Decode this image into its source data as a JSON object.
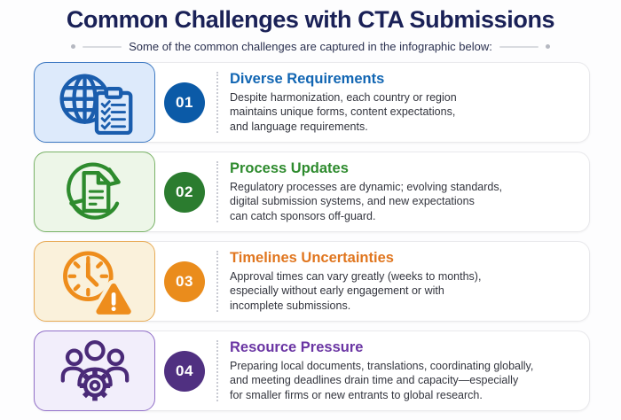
{
  "page": {
    "title": "Common Challenges with CTA Submissions",
    "subtitle": "Some of the common challenges are captured in the infographic below:"
  },
  "items": [
    {
      "number": "01",
      "heading": "Diverse Requirements",
      "body": "Despite harmonization, each country or region\nmaintains unique forms, content expectations,\nand language requirements.",
      "icon": "globe-checklist-icon",
      "colors": {
        "accent": "#1266b3",
        "badge": "#0b5aa7",
        "tile_bg": "#ddeafb",
        "tile_border": "#3c78c2",
        "icon": "#1a5dad"
      }
    },
    {
      "number": "02",
      "heading": "Process Updates",
      "body": "Regulatory processes are dynamic; evolving standards,\ndigital submission systems, and new expectations\ncan catch sponsors off-guard.",
      "icon": "document-refresh-icon",
      "colors": {
        "accent": "#2e8b2e",
        "badge": "#2b7c2f",
        "tile_bg": "#edf6e8",
        "tile_border": "#7ab368",
        "icon": "#2e8b2e"
      }
    },
    {
      "number": "03",
      "heading": "Timelines Uncertainties",
      "body": "Approval times can vary greatly (weeks to months),\nespecially without early engagement or with\nincomplete submissions.",
      "icon": "clock-warning-icon",
      "colors": {
        "accent": "#e0761f",
        "badge": "#ea8c1c",
        "tile_bg": "#faf1db",
        "tile_border": "#e8ab56",
        "icon": "#ee8d1c"
      }
    },
    {
      "number": "04",
      "heading": "Resource Pressure",
      "body": "Preparing local documents, translations, coordinating globally,\nand meeting deadlines drain time and capacity—especially\nfor smaller firms or new entrants to global research.",
      "icon": "team-gear-icon",
      "colors": {
        "accent": "#6a35a3",
        "badge": "#503081",
        "tile_bg": "#f2eefb",
        "tile_border": "#9371c9",
        "icon": "#4a2a78"
      }
    }
  ]
}
